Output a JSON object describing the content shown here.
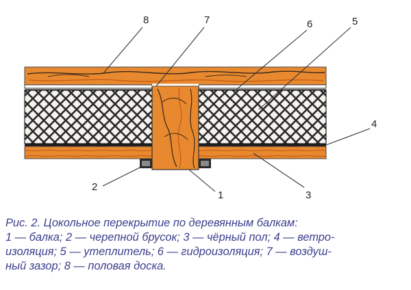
{
  "labels": [
    "1",
    "2",
    "3",
    "4",
    "5",
    "6",
    "7",
    "8"
  ],
  "caption": {
    "line1": "Рис. 2. Цокольное перекрытие по деревянным балкам:",
    "line2": "1 — балка; 2 — черепной брусок; 3 — чёрный пол; 4 — ветро-",
    "line3": "изоляция; 5 — утеплитель; 6 — гидроизоляция; 7 — воздуш-",
    "line4": "ный зазор; 8 — половая доска."
  },
  "colors": {
    "wood": "#e8892f",
    "wood_dark": "#c85e14",
    "insulation_bg": "#f6f3ee",
    "mesh": "#2a2a2a",
    "caption": "#3a3e8c"
  }
}
